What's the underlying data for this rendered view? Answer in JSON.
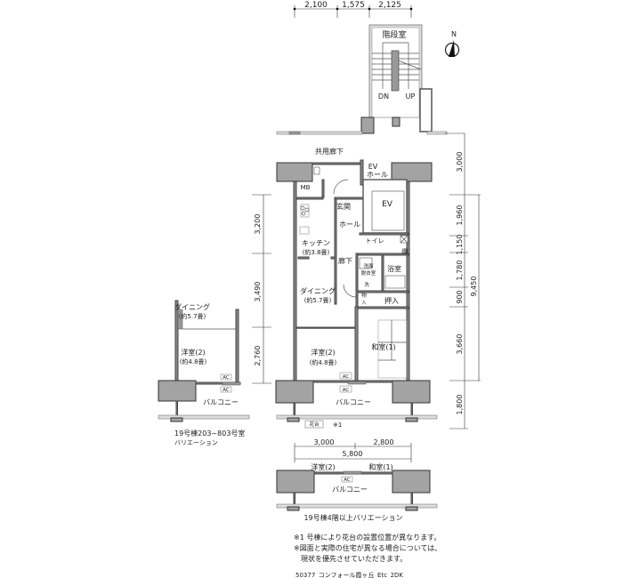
{
  "top_dimensions": [
    "2,100",
    "1,575",
    "2,125"
  ],
  "compass": {
    "label": "N"
  },
  "stairwell": {
    "label": "階段室",
    "down": "DN",
    "up": "UP"
  },
  "common_corridor": "共用廊下",
  "right_dimensions": [
    "3,000",
    "1,960",
    "1,150",
    "1,780",
    "900",
    "3,660",
    "1,800"
  ],
  "right_total": "9,450",
  "left_dimensions": [
    "3,200",
    "3,490",
    "2,760"
  ],
  "rooms": {
    "mb": "MB",
    "ev_hall_1": "EV",
    "ev_hall_2": "ホール",
    "ev": "EV",
    "entrance": "玄関",
    "hall": "ホール",
    "kitchen": "キッチン",
    "kitchen_size": "(約3.8畳)",
    "toilet": "トイレ",
    "shelf": "棚",
    "corridor": "廊下",
    "bath": "浴室",
    "washroom_1": "洗面",
    "washroom_2": "脱衣室",
    "washer": "洗",
    "storage_1": "物",
    "storage_2": "入",
    "closet": "押入",
    "dining": "ダイニング",
    "dining_size": "(約5.7畳)",
    "japanese_room": "和室(1)",
    "western_room": "洋室(2)",
    "western_size": "(約4.8畳)",
    "ac": "AC",
    "balcony": "バルコニー",
    "flower_stand": "花台",
    "note_mark": "※1"
  },
  "bottom_dimensions": [
    "3,000",
    "2,800"
  ],
  "bottom_total": "5,800",
  "variation_4f": {
    "western_room": "洋室(2)",
    "japanese_room": "和室(1)",
    "ac": "AC",
    "balcony": "バルコニー",
    "caption": "19号棟4階以上バリエーション"
  },
  "variation_left": {
    "dining": "ダイニング",
    "dining_size": "(約5.7畳)",
    "western_room": "洋室(2)",
    "western_size": "(約4.8畳)",
    "ac": "AC",
    "balcony": "バルコニー",
    "caption_1": "19号棟203~803号室",
    "caption_2": "バリエーション"
  },
  "notes": [
    "※1 号棟により花台の設置位置が異なります。",
    "※図面と実際の住宅が異なる場合については、",
    "　現状を優先させていただきます。"
  ],
  "file_code": "50377_コンフォール霞ヶ丘_Etc_2DK"
}
